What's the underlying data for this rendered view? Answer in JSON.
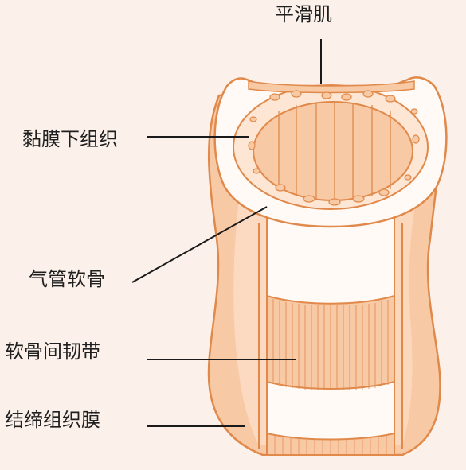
{
  "labels": {
    "smooth_muscle": "平滑肌",
    "submucosa": "黏膜下组织",
    "tracheal_cartilage": "气管软骨",
    "annular_ligament": "软骨间韧带",
    "connective_membrane": "结缔组织膜"
  },
  "colors": {
    "background": "#fbf1ea",
    "outline": "#e0894a",
    "tissue_fill": "#f8c9a5",
    "tissue_light": "#fde6d3",
    "inner_white": "#fffaf6",
    "leader_line": "#1a1a1a"
  }
}
